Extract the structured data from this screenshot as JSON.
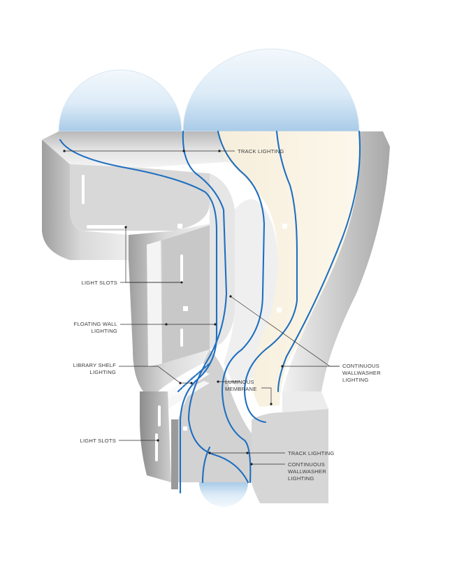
{
  "diagram": {
    "labels": {
      "track_lighting_top": "TRACK LIGHTING",
      "light_slots_1": "LIGHT SLOTS",
      "floating_wall_1": "FLOATING WALL",
      "floating_wall_2": "LIGHTING",
      "library_shelf_1": "LIBRARY SHELF",
      "library_shelf_2": "LIGHTING",
      "light_slots_2": "LIGHT SLOTS",
      "continuous_right_1": "CONTINUOUS",
      "continuous_right_2": "WALLWASHER",
      "continuous_right_3": "LIGHTING",
      "luminous_1": "LUMINOUS",
      "luminous_2": "MEMBRANE",
      "track_lighting_bottom": "TRACK LIGHTING",
      "continuous_bottom_1": "CONTINUOUS",
      "continuous_bottom_2": "WALLWASHER",
      "continuous_bottom_3": "LIGHTING"
    },
    "colors": {
      "accent_blue": "#1f6fc0",
      "membrane_cream": "#fbf4e2",
      "surface_grey": "#cfcfcf",
      "sky_blue": "#bcd8ef"
    }
  }
}
